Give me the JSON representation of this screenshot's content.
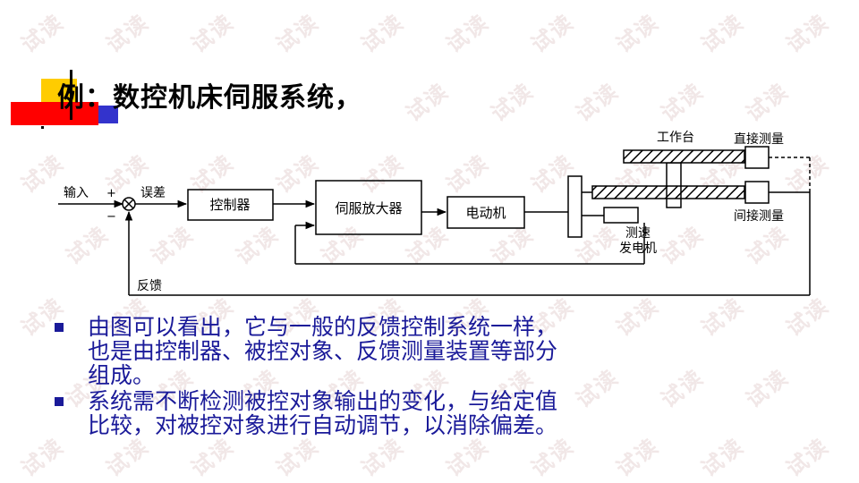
{
  "watermark": {
    "text": "试读",
    "color": "#d9b3b3"
  },
  "colors": {
    "title": "#000000",
    "bullet_text": "#1a1a99",
    "bullet_marker": "#1a1a99",
    "deco_red": "#ff0000",
    "deco_yellow": "#ffcc00",
    "deco_blue": "#3333cc"
  },
  "title": "例：数控机床伺服系统，",
  "diagram": {
    "input_label": "输入",
    "plus_sign": "+",
    "minus_sign": "−",
    "error_label": "误差",
    "controller": "控制器",
    "servo_amp": "伺服放大器",
    "motor": "电动机",
    "tacho_line1": "测速",
    "tacho_line2": "发电机",
    "worktable": "工作台",
    "direct_measure": "直接测量",
    "indirect_measure": "间接测量",
    "feedback_label": "反馈"
  },
  "bullets": [
    {
      "lines": [
        "由图可以看出，它与一般的反馈控制系统一样，",
        "也是由控制器、被控对象、反馈测量装置等部分",
        "组成。"
      ]
    },
    {
      "lines": [
        "系统需不断检测被控对象输出的变化，与给定值",
        "比较，对被控对象进行自动调节，以消除偏差。"
      ]
    }
  ]
}
